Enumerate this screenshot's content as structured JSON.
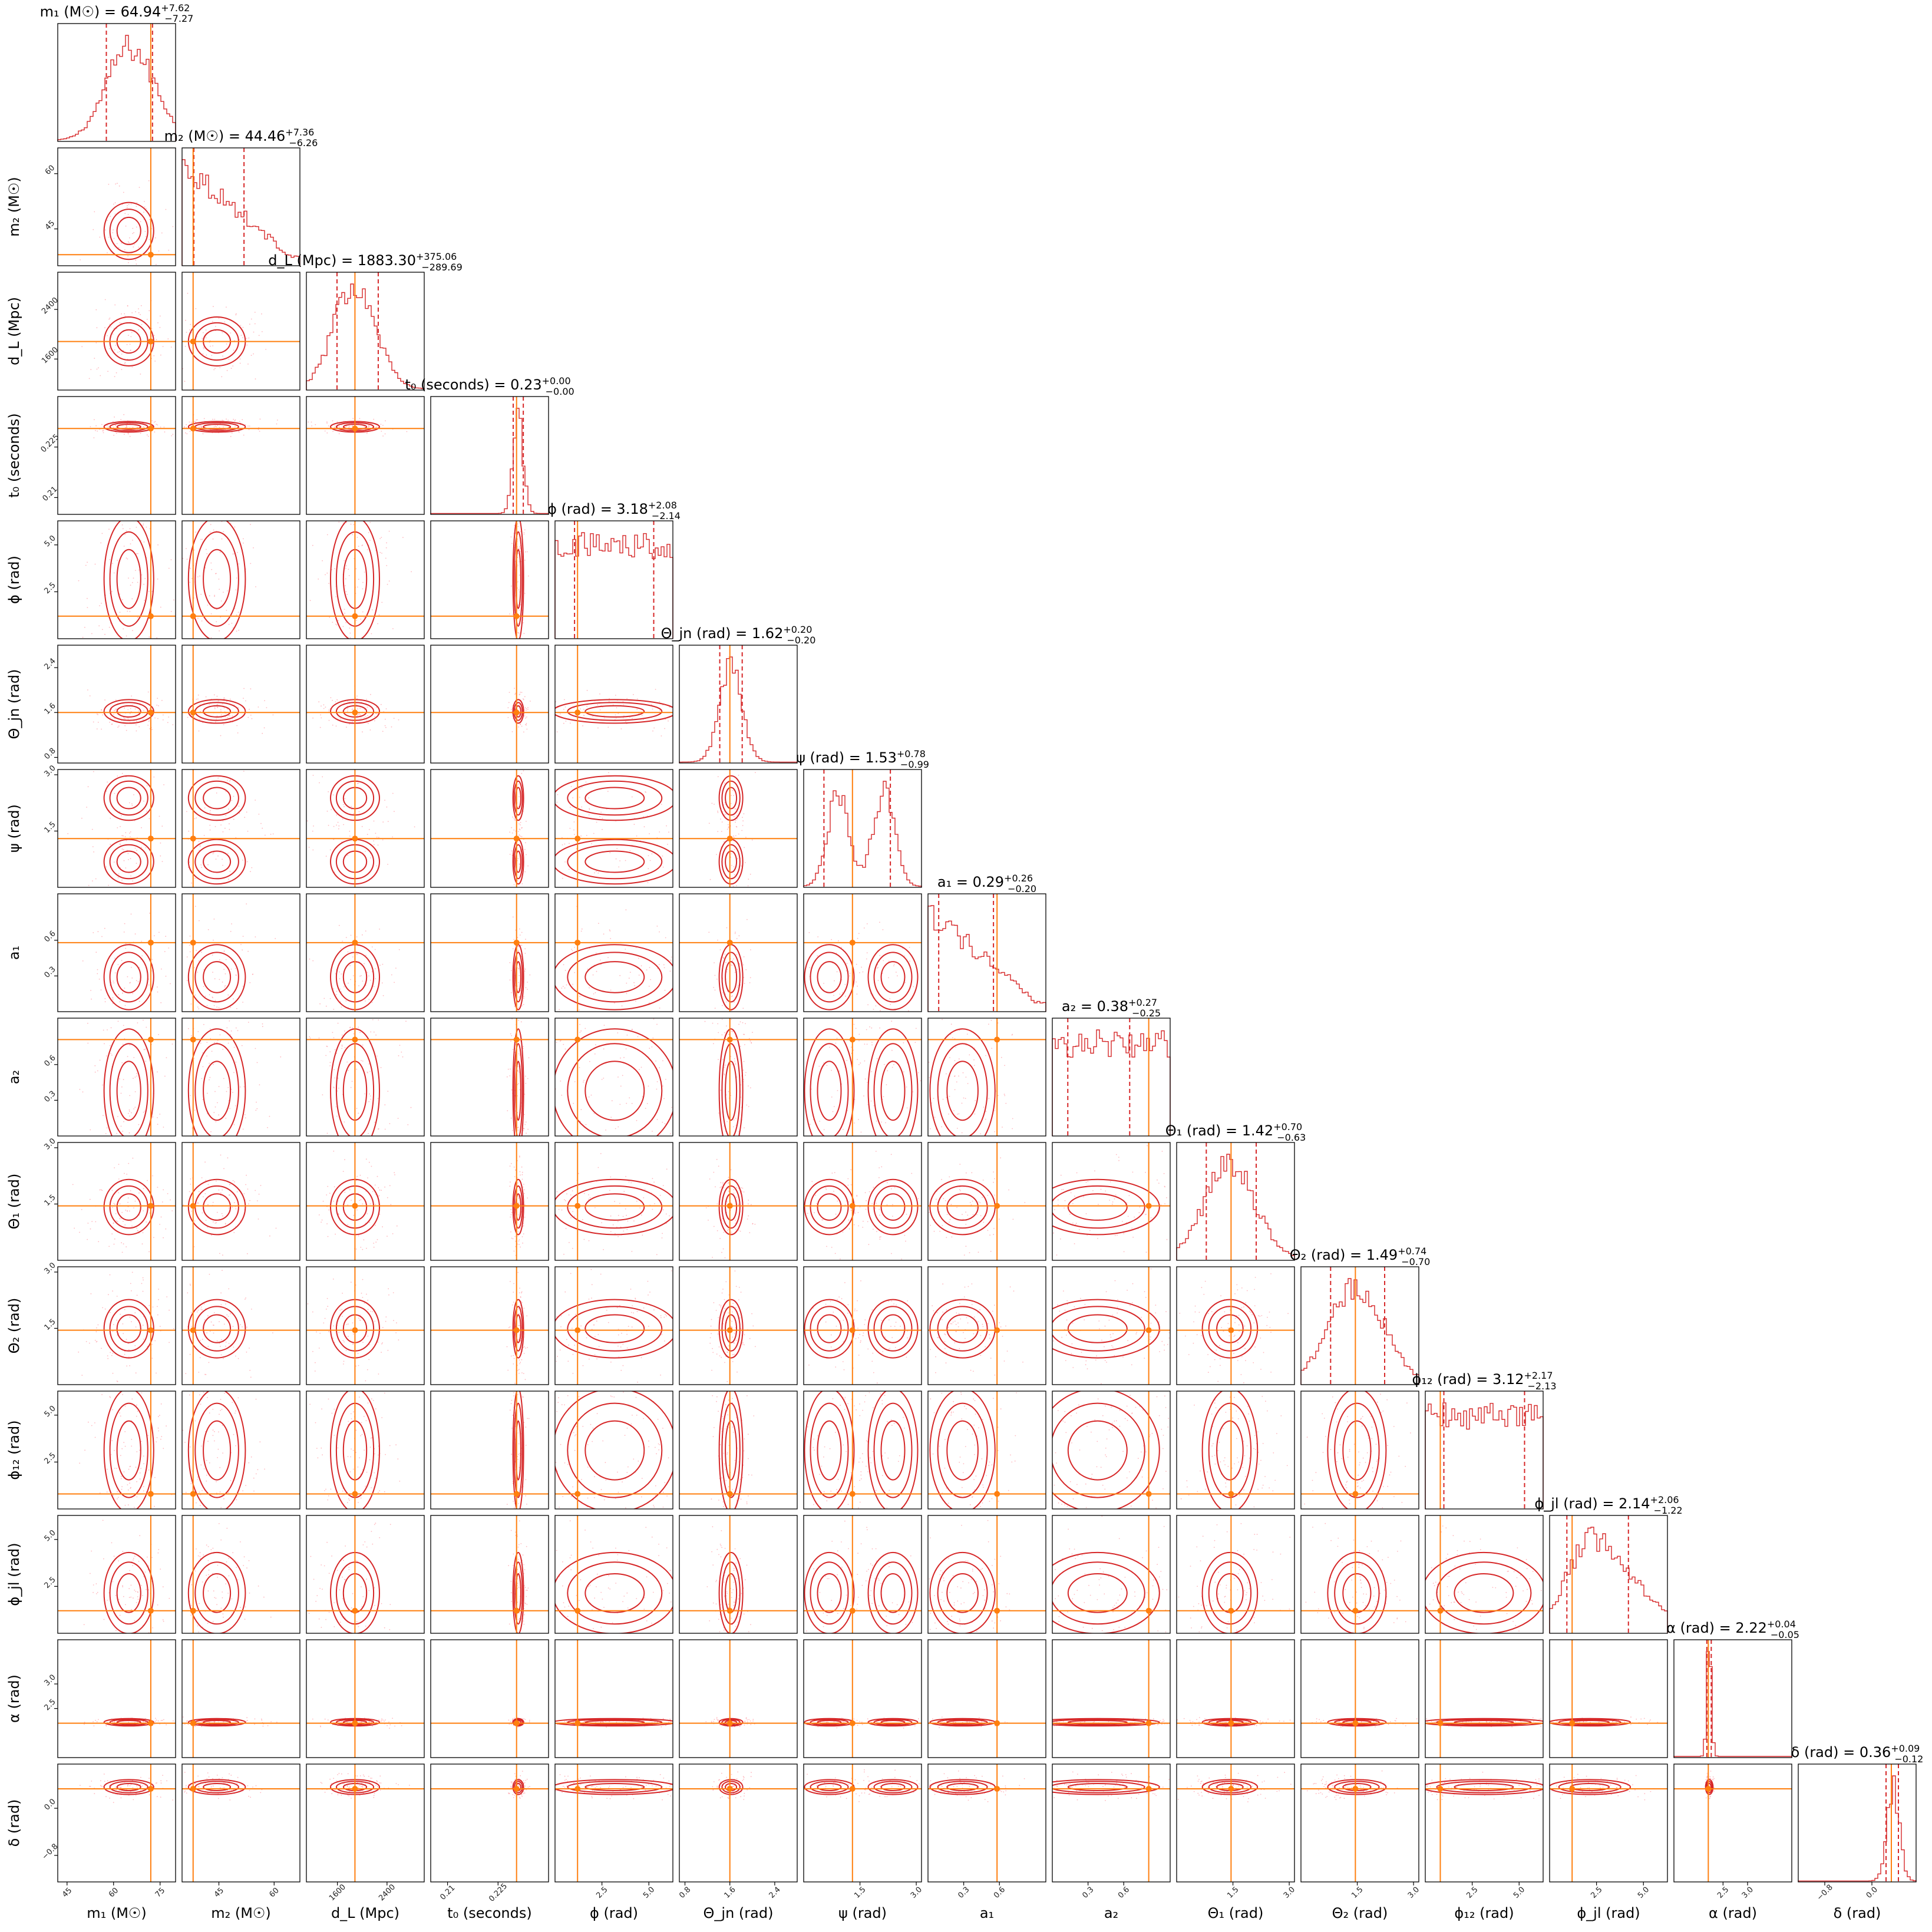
{
  "chart_data": {
    "type": "scatter",
    "title": "",
    "colors": {
      "contour": "#d62728",
      "truth": "#ff7f0e",
      "frame": "#000000",
      "samples": "#ff9aa2"
    },
    "params": [
      {
        "label": "m₁ (M☉)",
        "title": "m₁ (M☉) = 64.94",
        "up": "+7.62",
        "lo": "−7.27",
        "min": 42,
        "max": 80,
        "median": 64.94,
        "q16": 57.67,
        "q84": 72.56,
        "truth": 72,
        "ticks": [
          45,
          60,
          75
        ],
        "shape": "skew"
      },
      {
        "label": "m₂ (M☉)",
        "title": "m₂ (M☉) = 44.46",
        "up": "+7.36",
        "lo": "−6.26",
        "min": 35,
        "max": 67,
        "median": 44.46,
        "q16": 38.2,
        "q84": 51.82,
        "truth": 38,
        "ticks": [
          45,
          60
        ],
        "shape": "decay"
      },
      {
        "label": "d_L (Mpc)",
        "title": "d_L (Mpc) = 1883.30",
        "up": "+375.06",
        "lo": "−289.69",
        "min": 1100,
        "max": 3000,
        "median": 1883.3,
        "q16": 1593.6,
        "q84": 2258.4,
        "truth": 1883,
        "ticks": [
          1600,
          2400
        ],
        "shape": "gauss"
      },
      {
        "label": "t₀ (seconds)",
        "title": "t₀ (seconds) = 0.23",
        "up": "+0.00",
        "lo": "−0.00",
        "min": 0.205,
        "max": 0.24,
        "median": 0.231,
        "q16": 0.2295,
        "q84": 0.2325,
        "truth": 0.2305,
        "ticks": [
          0.21,
          0.225
        ],
        "shape": "narrow"
      },
      {
        "label": "ϕ (rad)",
        "title": "ϕ (rad) = 3.18",
        "up": "+2.08",
        "lo": "−2.14",
        "min": 0,
        "max": 6.28,
        "median": 3.18,
        "q16": 1.04,
        "q84": 5.26,
        "truth": 1.2,
        "ticks": [
          2.5,
          5.0
        ],
        "shape": "flat"
      },
      {
        "label": "Θ_jn (rad)",
        "title": "Θ_jn (rad) = 1.62",
        "up": "+0.20",
        "lo": "−0.20",
        "min": 0.7,
        "max": 2.8,
        "median": 1.62,
        "q16": 1.42,
        "q84": 1.82,
        "truth": 1.6,
        "ticks": [
          0.8,
          1.6,
          2.4
        ],
        "shape": "gauss"
      },
      {
        "label": "ψ (rad)",
        "title": "ψ (rad) = 1.53",
        "up": "+0.78",
        "lo": "−0.99",
        "min": 0,
        "max": 3.14,
        "median": 1.53,
        "q16": 0.54,
        "q84": 2.31,
        "truth": 1.3,
        "ticks": [
          1.5,
          3.0
        ],
        "shape": "bimodal"
      },
      {
        "label": "a₁",
        "title": "a₁ = 0.29",
        "up": "+0.26",
        "lo": "−0.20",
        "min": 0,
        "max": 0.99,
        "median": 0.29,
        "q16": 0.09,
        "q84": 0.55,
        "truth": 0.58,
        "ticks": [
          0.3,
          0.6
        ],
        "shape": "decay"
      },
      {
        "label": "a₂",
        "title": "a₂ = 0.38",
        "up": "+0.27",
        "lo": "−0.25",
        "min": 0,
        "max": 0.99,
        "median": 0.38,
        "q16": 0.13,
        "q84": 0.65,
        "truth": 0.81,
        "ticks": [
          0.3,
          0.6
        ],
        "shape": "flat"
      },
      {
        "label": "Θ₁ (rad)",
        "title": "Θ₁ (rad) = 1.42",
        "up": "+0.70",
        "lo": "−0.63",
        "min": 0,
        "max": 3.14,
        "median": 1.42,
        "q16": 0.79,
        "q84": 2.12,
        "truth": 1.45,
        "ticks": [
          1.5,
          3.0
        ],
        "shape": "gauss"
      },
      {
        "label": "Θ₂ (rad)",
        "title": "Θ₂ (rad) = 1.49",
        "up": "+0.74",
        "lo": "−0.70",
        "min": 0,
        "max": 3.14,
        "median": 1.49,
        "q16": 0.79,
        "q84": 2.23,
        "truth": 1.45,
        "ticks": [
          1.5,
          3.0
        ],
        "shape": "gauss"
      },
      {
        "label": "ϕ₁₂ (rad)",
        "title": "ϕ₁₂ (rad) = 3.12",
        "up": "+2.17",
        "lo": "−2.13",
        "min": 0,
        "max": 6.28,
        "median": 3.12,
        "q16": 0.99,
        "q84": 5.29,
        "truth": 0.8,
        "ticks": [
          2.5,
          5.0
        ],
        "shape": "flat"
      },
      {
        "label": "ϕ_jl (rad)",
        "title": "ϕ_jl (rad) = 2.14",
        "up": "+2.06",
        "lo": "−1.22",
        "min": 0,
        "max": 6.28,
        "median": 2.14,
        "q16": 0.92,
        "q84": 4.2,
        "truth": 1.2,
        "ticks": [
          2.5,
          5.0
        ],
        "shape": "skew"
      },
      {
        "label": "α (rad)",
        "title": "α (rad) = 2.22",
        "up": "+0.04",
        "lo": "−0.05",
        "min": 1.5,
        "max": 3.9,
        "median": 2.22,
        "q16": 2.17,
        "q84": 2.26,
        "truth": 2.2,
        "ticks": [
          2.5,
          3.0
        ],
        "shape": "narrow"
      },
      {
        "label": "δ (rad)",
        "title": "δ (rad) = 0.36",
        "up": "+0.09",
        "lo": "−0.12",
        "min": -1.25,
        "max": 0.75,
        "median": 0.36,
        "q16": 0.24,
        "q84": 0.45,
        "truth": 0.33,
        "ticks": [
          -0.8,
          0.0
        ],
        "shape": "narrow"
      }
    ],
    "panel_xlabels": [
      "m₁ (M☉)",
      "m₂ (M☉)",
      "d_L (Mpc)",
      "t₀ (seconds)",
      "ϕ (rad)",
      "Θ_jn (rad)",
      "ψ (rad)",
      "a₁",
      "a₂",
      "Θ₁ (rad)",
      "Θ₂ (rad)",
      "ϕ₁₂ (rad)",
      "ϕ_jl (rad)",
      "α (rad)",
      "δ (rad)"
    ],
    "panel_ylabels": [
      "m₂ (M☉)",
      "d_L (Mpc)",
      "t₀ (seconds)",
      "ϕ (rad)",
      "Θ_jn (rad)",
      "ψ (rad)",
      "a₁",
      "a₂",
      "Θ₁ (rad)",
      "Θ₂ (rad)",
      "ϕ₁₂ (rad)",
      "ϕ_jl (rad)",
      "α (rad)",
      "δ (rad)"
    ]
  }
}
